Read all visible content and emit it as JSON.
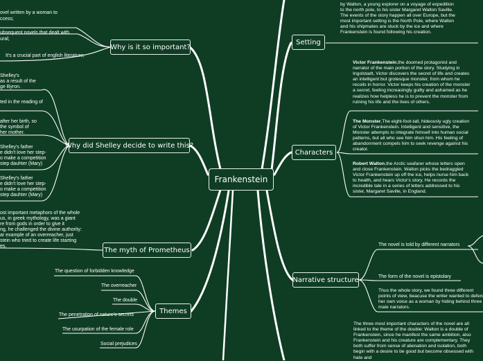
{
  "central": {
    "label": "Frankenstein"
  },
  "branches": {
    "important": {
      "label": "Why is it so important?",
      "leaves": [
        "ovel written by a woman to",
        "ccess;",
        "ubsequent novels that dealt with",
        "ural;",
        "It's a crucial part of english literature;"
      ]
    },
    "shelley": {
      "label": "Why did Shelley decide to write this?",
      "leaves": [
        [
          "Shelley's",
          "as a result of the",
          "ge Byron."
        ],
        [
          "ted in the reading of"
        ],
        [
          "after her birth, so",
          "the symbol of",
          "her mother."
        ],
        [
          "Shelley's father",
          "e didn't love her step-",
          "o make a competition",
          "step dauhter (Mary)"
        ],
        [
          "Shelley's father",
          "e didn't love her step-",
          "o make a competition",
          "step dauhter (Mary)"
        ]
      ]
    },
    "prometheus": {
      "label": "The myth of Prometheus",
      "text": [
        "ost important metaphors of the whole",
        "us, in greek mythology, was a giant",
        "re from gods in order to give it",
        "ng, he challenged the divine authority:",
        "ar example of an overreacher, just",
        "stein who tried to create life starting",
        "es."
      ]
    },
    "themes": {
      "label": "Themes",
      "items": [
        "The question of forbidden knowledge",
        "The overreacher",
        "The double",
        "The penetration of nature's secrets",
        "The usurpation of the female role",
        "Social prejudices"
      ]
    },
    "setting": {
      "label": "Setting",
      "text": "by Walton, a young explorer on a voyage of expedition to the north pole, to his sister Margaret Walton Saville. The events of the story happen all over Europe, but the most important setting is the North Pole, where Walton and his shipmates are stuck by the ice and where Frankenstein is found following his creation."
    },
    "characters": {
      "label": "Characters",
      "items": [
        {
          "name": "Victor Frankenstein",
          "desc": ",the doomed protagonist and narrator of the main portion of the story. Studying in Ingolstadt, Victor discovers the secret of life and creates an intelligent but grotesque monster, from whom he recoils in horror. Victor keeps his creation of the monster a secret, feeling increasingly guilty and ashamed as he realizes how helpless he is to prevent the monster from ruining his life and the lives of others."
        },
        {
          "name": "The Monster",
          "desc": ",The eight-foot-tall, hideously ugly creation of Victor Frankenstein. Intelligent and sensitive, the Monster attempts to integrate himself into human social patterns, but all who see him shun him. His feeling of abandonment compels him to seek revenge against his creator."
        },
        {
          "name": "Robert Walton",
          "desc": ",the Arctic seafarer whose letters open and close Frankenstein. Walton picks the bedraggled Victor Frankenstein up off the ice, helps nurse him back to health, and hears Victor's story. He records the incredible tale in a series of letters addressed to his sister, Margaret Saville, in England."
        }
      ]
    },
    "narrative": {
      "label": "Narrative structure",
      "items": [
        "The novel is told by different narrators",
        "The form of the novel is epistolary",
        "Thus the whole story, we found three different points of view, beacuse the writer wanted to defend her own voice as a woman by hiding behind three male narrators."
      ]
    },
    "double": {
      "text": "The three most important characters of the novel are all linked to the theme of the double: Walton is a double of Frankenstein, since he manifest the same ambition, also Frankenstein and his creature are complementary. They both suffer from sense of alienation and isolation, both begin with a desire to be good but become obsessed with hate and"
    }
  }
}
